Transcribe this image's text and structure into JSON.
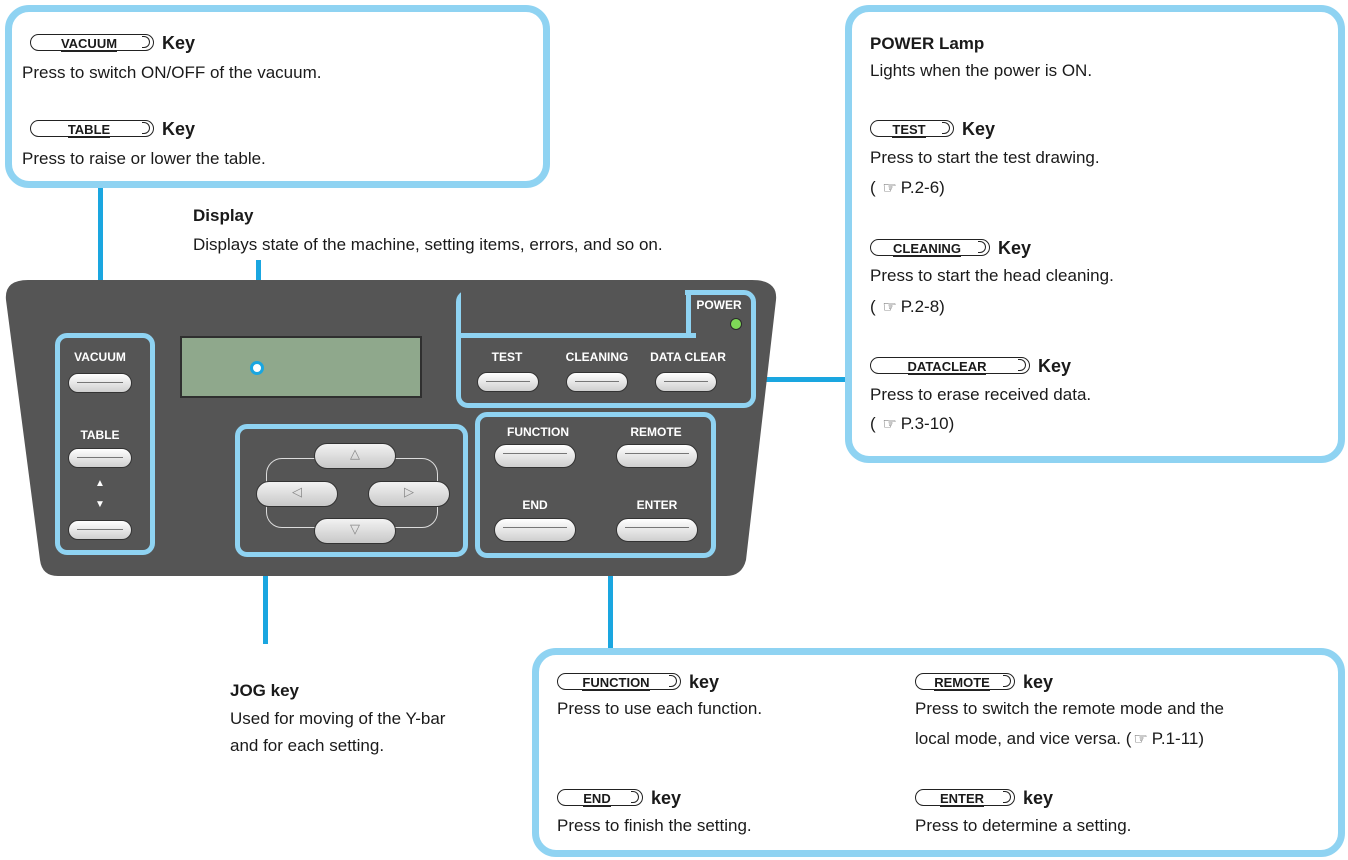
{
  "callout_left": {
    "vacuum_key": "VACUUM",
    "vacuum_suffix": "Key",
    "vacuum_desc": "Press to switch ON/OFF of the vacuum.",
    "table_key": "TABLE",
    "table_suffix": "Key",
    "table_desc": "Press to raise or lower the table."
  },
  "display": {
    "title": "Display",
    "desc": "Displays state of the machine, setting items, errors, and so on."
  },
  "callout_right": {
    "power_title": "POWER Lamp",
    "power_desc": "Lights when the power is ON.",
    "test_key": "TEST",
    "test_suffix": "Key",
    "test_desc": "Press to start the test drawing.",
    "test_ref": "P.2-6)",
    "cleaning_key": "CLEANING",
    "cleaning_suffix": "Key",
    "cleaning_desc": "Press to start the head cleaning.",
    "cleaning_ref": "P.2-8)",
    "dataclear_key": "DATACLEAR",
    "dataclear_suffix": "Key",
    "dataclear_desc": "Press to erase received data.",
    "dataclear_ref": "P.3-10)",
    "ref_open": "( "
  },
  "panel": {
    "vacuum": "VACUUM",
    "table": "TABLE",
    "up_arrow": "▲",
    "down_arrow": "▼",
    "power": "POWER",
    "test": "TEST",
    "cleaning": "CLEANING",
    "data_clear": "DATA CLEAR",
    "function": "FUNCTION",
    "remote": "REMOTE",
    "end": "END",
    "enter": "ENTER",
    "jog_up": "△",
    "jog_down": "▽",
    "jog_left": "◁",
    "jog_right": "▷"
  },
  "jog": {
    "title": "JOG key",
    "desc1": "Used for moving of the Y-bar",
    "desc2": "and for each setting."
  },
  "callout_bottom": {
    "function_key": "FUNCTION",
    "function_suffix": "key",
    "function_desc": "Press to use each function.",
    "remote_key": "REMOTE",
    "remote_suffix": "key",
    "remote_desc1": "Press to switch the remote mode and the",
    "remote_desc2": "local mode, and vice versa. (",
    "remote_ref": "P.1-11)",
    "end_key": "END",
    "end_suffix": "key",
    "end_desc": "Press to finish the setting.",
    "enter_key": "ENTER",
    "enter_suffix": "key",
    "enter_desc": "Press to determine a setting."
  },
  "colors": {
    "accent": "#1aa6e0",
    "callout_border": "#8fd3f2",
    "panel": "#555555",
    "lcd": "#8fa88c",
    "power_led": "#7ed957"
  },
  "icons": {
    "reference": "reference-hand-icon"
  }
}
